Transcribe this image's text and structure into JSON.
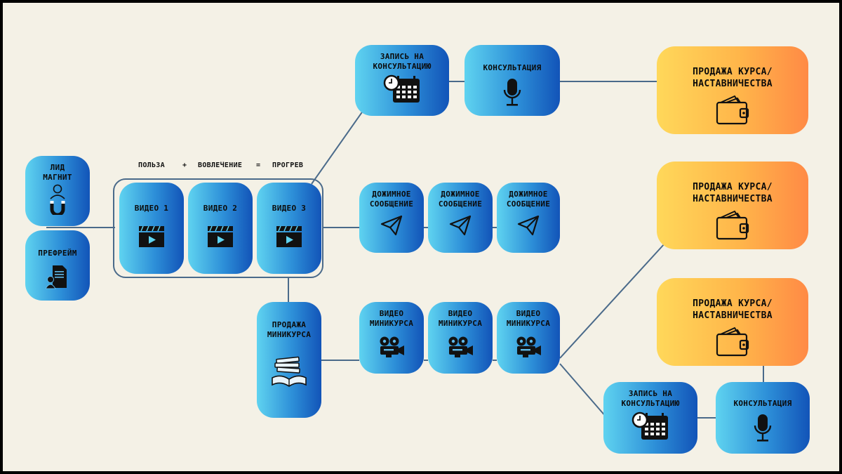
{
  "captions": {
    "benefit": "Польза",
    "plus": "+",
    "engagement": "Вовлечение",
    "equals": "=",
    "warmup": "Прогрев"
  },
  "nodes": {
    "lead_magnet": "Лид\nмагнит",
    "preframe": "Префрейм",
    "video1": "Видео 1",
    "video2": "Видео 2",
    "video3": "Видео 3",
    "top_booking": "Запись на\nконсультацию",
    "top_consult": "Консультация",
    "top_sale": "Продажа курса/\nнаставничества",
    "push1": "Дожимное\nсообщение",
    "push2": "Дожимное\nсообщение",
    "push3": "Дожимное\nсообщение",
    "mid_sale": "Продажа курса/\nнаставничества",
    "minicourse_sale": "Продажа\nминикурса",
    "mini_video1": "Видео\nминикурса",
    "mini_video2": "Видео\nминикурса",
    "mini_video3": "Видео\nминикурса",
    "low_sale": "Продажа курса/\nнаставничества",
    "low_booking": "Запись на\nконсультацию",
    "low_consult": "Консультация"
  },
  "colors": {
    "blue_start": "#5fd3f0",
    "blue_end": "#1254b8",
    "orange_start": "#ffd85a",
    "orange_end": "#ff8a45",
    "line": "#4a6a8a",
    "background": "#f4f1e6"
  },
  "icons": {
    "lead_magnet": "user-magnet-icon",
    "preframe": "document-user-icon",
    "video": "clapperboard-icon",
    "booking": "calendar-clock-icon",
    "consult": "microphone-icon",
    "sale": "wallet-icon",
    "push": "telegram-plane-icon",
    "minicourse": "books-icon",
    "mini_video": "movie-camera-icon"
  }
}
